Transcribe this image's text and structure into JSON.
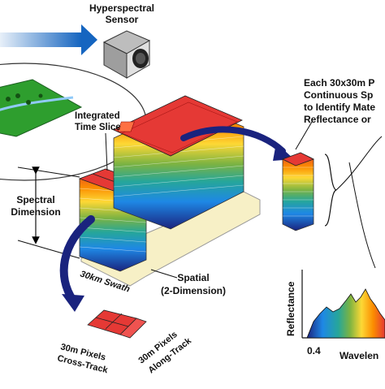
{
  "labels": {
    "sensor_line1": "Hyperspectral",
    "sensor_line2": "Sensor",
    "integrated_line1": "Integrated",
    "integrated_line2": "Time Slice",
    "spectral_line1": "Spectral",
    "spectral_line2": "Dimension",
    "swath": "30km Swath",
    "spatial_line1": "Spatial",
    "spatial_line2": "(2-Dimension)",
    "cross_line1": "30m Pixels",
    "cross_line2": "Cross-Track",
    "along_line1": "30m Pixels",
    "along_line2": "Along-Track",
    "note_line1": "Each 30x30m P",
    "note_line2": "Continuous Sp",
    "note_line3": "to Identify Mate",
    "note_line4": "Reflectance or",
    "reflectance_axis": "Reflectance",
    "wavelength_axis": "Wavelen",
    "wavelength_tick": "0.4"
  },
  "colors": {
    "arrow": "#1a237e",
    "ground": "#2e9e2e",
    "base": "#f7f0c6",
    "spectrum": [
      "#e53935",
      "#fb8c00",
      "#fdd835",
      "#7cb342",
      "#26a69a",
      "#1e88e5",
      "#1a237e"
    ]
  },
  "icons": {
    "sensor": "camera-icon",
    "arrow": "curved-arrow-icon"
  }
}
